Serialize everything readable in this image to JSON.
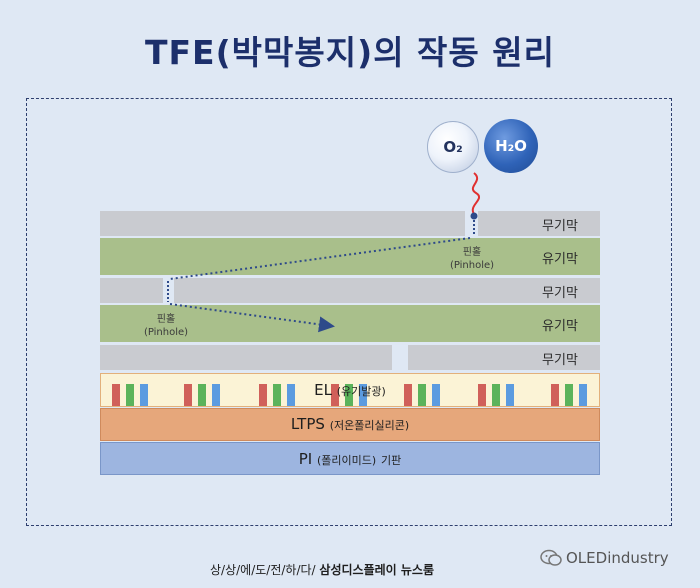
{
  "title": "TFE(박막봉지)의 작동 원리",
  "molecules": {
    "o2": "O₂",
    "h2o": "H₂O"
  },
  "layers": [
    {
      "label": "무기막"
    },
    {
      "label": "유기막"
    },
    {
      "label": "무기막"
    },
    {
      "label": "유기막"
    },
    {
      "label": "무기막"
    }
  ],
  "pinholes": [
    {
      "label": "핀홀",
      "sub": "(Pinhole)"
    },
    {
      "label": "핀홀",
      "sub": "(Pinhole)"
    }
  ],
  "el": {
    "main": "EL",
    "sub": "(유기발광)"
  },
  "ltps": {
    "main": "LTPS",
    "sub": "(저온폴리실리콘)"
  },
  "pi": {
    "main": "PI",
    "sub": "(폴리이미드)",
    "suffix": "기판"
  },
  "subpixel_colors": [
    "#d0605a",
    "#5bb35b",
    "#5b9be0"
  ],
  "footer": {
    "prefix": "상/상/에/도/전/하/다/",
    "brand": "삼성디스플레이 뉴스룸"
  },
  "watermark": "OLEDindustry"
}
